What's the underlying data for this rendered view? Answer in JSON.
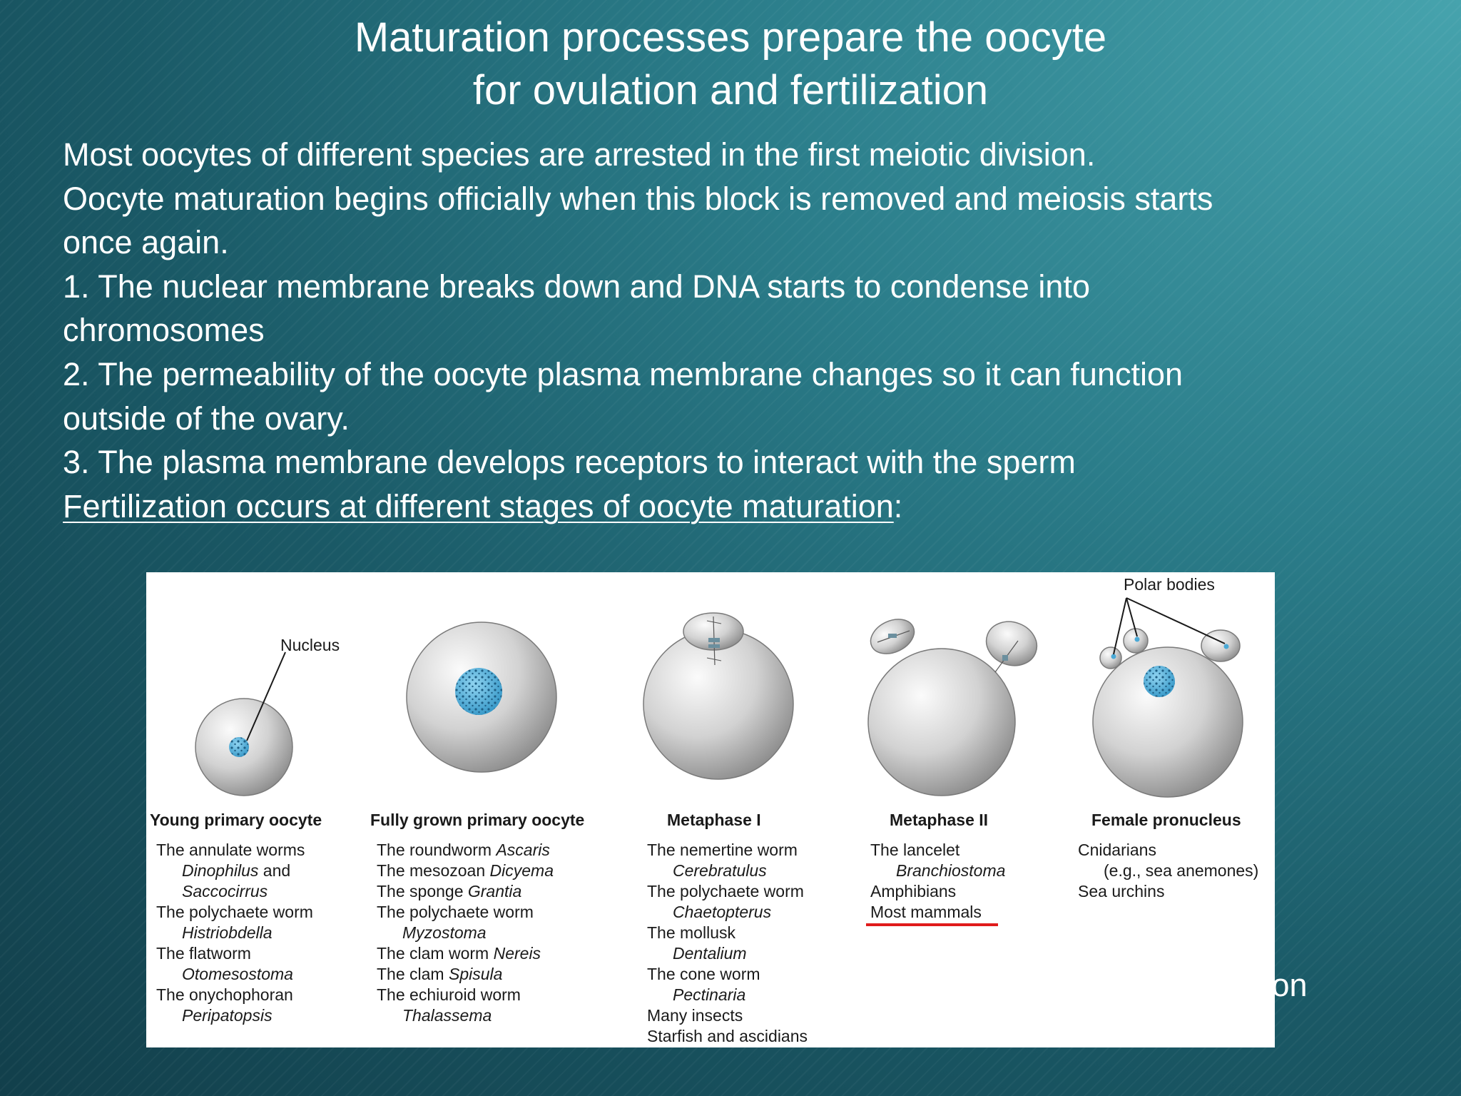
{
  "title": {
    "line1": "Maturation processes prepare the oocyte",
    "line2": "for ovulation and fertilization"
  },
  "body": {
    "lines": [
      "Most oocytes of different species are arrested in the first meiotic division.",
      "Oocyte maturation begins officially when this block is removed and meiosis starts",
      "once again.",
      "1. The nuclear membrane breaks down and DNA starts to condense into",
      "chromosomes",
      "2. The permeability of the oocyte plasma membrane changes so it can function",
      "outside of the ovary.",
      "3. The plasma membrane develops receptors to interact with the sperm"
    ],
    "fert_underlined": "Fertilization occurs at different stages of oocyte maturation",
    "fert_colon": ":",
    "partial_trailing": "ration"
  },
  "figure": {
    "nucleus_label": "Nucleus",
    "polar_bodies_label": "Polar bodies",
    "stages": {
      "s1": "Young primary oocyte",
      "s2": "Fully grown primary oocyte",
      "s3": "Metaphase I",
      "s4": "Metaphase II",
      "s5": "Female pronucleus"
    },
    "col1": {
      "l1": "The annulate worms",
      "l2": "Dinophilus",
      "l2b": " and",
      "l3": "Saccocirrus",
      "l4": "The polychaete worm",
      "l5": "Histriobdella",
      "l6": "The flatworm",
      "l7": "Otomesostoma",
      "l8": "The onychophoran",
      "l9": "Peripatopsis"
    },
    "col2": {
      "l1a": "The roundworm ",
      "l1b": "Ascaris",
      "l2a": "The mesozoan ",
      "l2b": "Dicyema",
      "l3a": "The sponge ",
      "l3b": "Grantia",
      "l4": "The polychaete worm",
      "l5": "Myzostoma",
      "l6a": "The clam worm ",
      "l6b": "Nereis",
      "l7a": "The clam ",
      "l7b": "Spisula",
      "l8": "The echiuroid worm",
      "l9": "Thalassema"
    },
    "col3": {
      "l1": "The nemertine worm",
      "l2": "Cerebratulus",
      "l3": "The polychaete worm",
      "l4": "Chaetopterus",
      "l5": "The mollusk",
      "l6": "Dentalium",
      "l7": "The cone worm",
      "l8": "Pectinaria",
      "l9": "Many insects",
      "l10": "Starfish and ascidians"
    },
    "col4": {
      "l1": "The lancelet",
      "l2": "Branchiostoma",
      "l3": "Amphibians",
      "l4": "Most mammals"
    },
    "col5": {
      "l1": "Cnidarians",
      "l2": "(e.g., sea anemones)",
      "l3": "Sea urchins"
    },
    "colors": {
      "nucleus_blue": "#4aa9d6",
      "highlight_red": "#e01b1b"
    }
  }
}
